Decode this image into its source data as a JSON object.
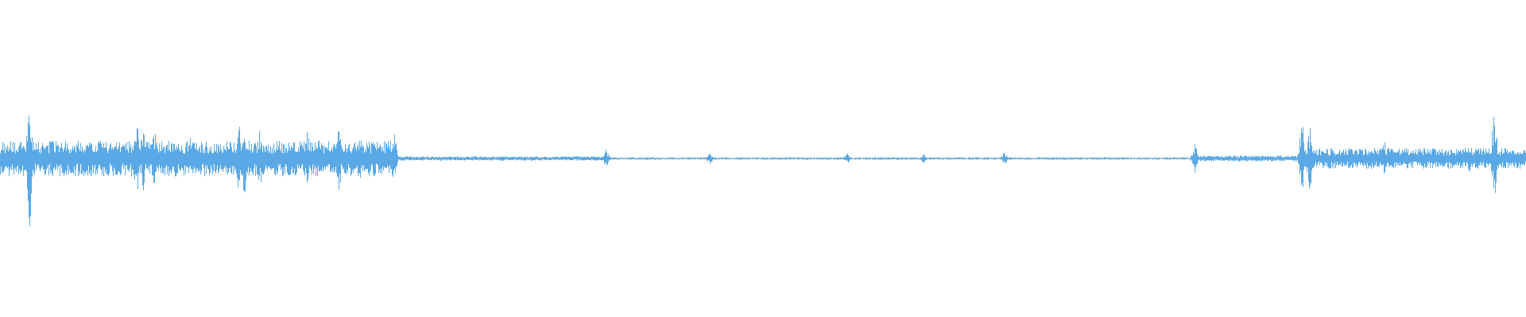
{
  "colors": {
    "background": "#ffffff",
    "waveform": "#5aa9e6"
  },
  "waveform": {
    "segments": [
      {
        "from": 0.0,
        "to": 0.26,
        "level": 0.12
      },
      {
        "from": 0.26,
        "to": 0.4,
        "level": 0.015
      },
      {
        "from": 0.4,
        "to": 0.78,
        "level": 0.008
      },
      {
        "from": 0.78,
        "to": 0.855,
        "level": 0.02
      },
      {
        "from": 0.855,
        "to": 1.0,
        "level": 0.07
      }
    ],
    "peaks": [
      {
        "at": 0.019,
        "level": 0.48
      },
      {
        "at": 0.089,
        "level": 0.3
      },
      {
        "at": 0.094,
        "level": 0.22
      },
      {
        "at": 0.101,
        "level": 0.2
      },
      {
        "at": 0.124,
        "level": 0.18
      },
      {
        "at": 0.156,
        "level": 0.26
      },
      {
        "at": 0.16,
        "level": 0.24
      },
      {
        "at": 0.17,
        "level": 0.2
      },
      {
        "at": 0.201,
        "level": 0.2
      },
      {
        "at": 0.222,
        "level": 0.22
      },
      {
        "at": 0.236,
        "level": 0.16
      },
      {
        "at": 0.258,
        "level": 0.18
      },
      {
        "at": 0.397,
        "level": 0.06
      },
      {
        "at": 0.465,
        "level": 0.04
      },
      {
        "at": 0.555,
        "level": 0.04
      },
      {
        "at": 0.605,
        "level": 0.03
      },
      {
        "at": 0.658,
        "level": 0.04
      },
      {
        "at": 0.783,
        "level": 0.1
      },
      {
        "at": 0.853,
        "level": 0.28
      },
      {
        "at": 0.858,
        "level": 0.24
      },
      {
        "at": 0.907,
        "level": 0.12
      },
      {
        "at": 0.963,
        "level": 0.1
      },
      {
        "at": 0.979,
        "level": 0.36
      },
      {
        "at": 0.995,
        "level": 0.06
      }
    ]
  }
}
